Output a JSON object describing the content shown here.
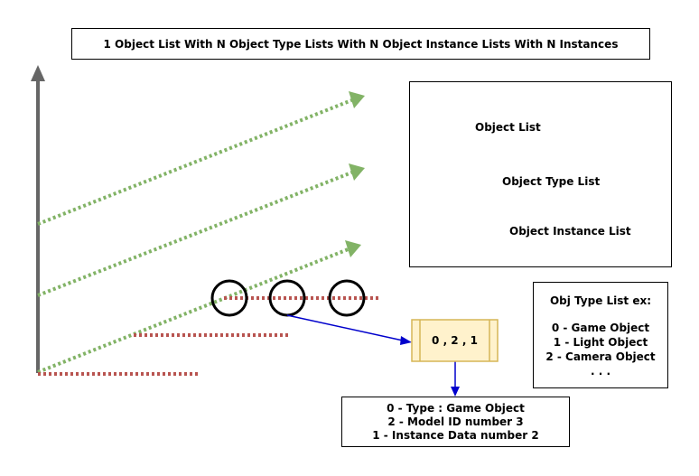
{
  "title": "1 Object List With N Object Type Lists With N Object Instance Lists With N Instances",
  "legend": {
    "object_list": "Object  List",
    "object_type_list": "Object Type List",
    "object_instance_list": "Object Instance List"
  },
  "colors": {
    "object_list": "#666666",
    "object_type_list": "#82b366",
    "object_instance_list": "#b85450",
    "arrow": "#0000cc",
    "index_fill": "#fff2cc",
    "index_border": "#d6b656"
  },
  "index_tuple": "0 , 2 , 1",
  "example": {
    "title": "Obj Type List ex:",
    "items": [
      "0 - Game Object",
      "1 - Light Object",
      "2 - Camera Object",
      ". . ."
    ]
  },
  "detail": {
    "lines": [
      "0 - Type : Game Object",
      "2 - Model ID number 3",
      "1 - Instance Data number 2"
    ]
  }
}
